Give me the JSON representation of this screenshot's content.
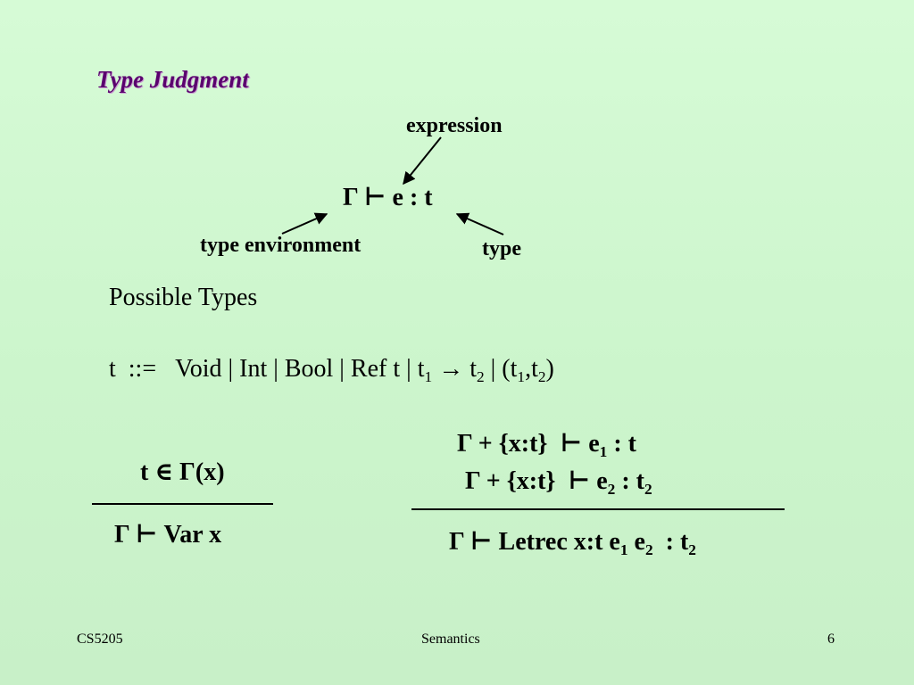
{
  "slide": {
    "title": "Type Judgment",
    "annotations": {
      "expression": "expression",
      "type_environment": "type environment",
      "type": "type"
    },
    "judgment": {
      "gamma": "Γ",
      "turnstile": "⊢",
      "rest": "e : t"
    },
    "possible_types_heading": "Possible Types",
    "grammar": {
      "lhs": "t  ::=",
      "alt1": "Void | Int | Bool | Ref t | t",
      "sub1": "1",
      "arrow": " → t",
      "sub2": "2",
      "alt_pair_open": " | (t",
      "sub3": "1",
      "comma_t": ",t",
      "sub4": "2",
      "close": ")"
    },
    "var_rule": {
      "premise_main": "t ∈ Γ(x)",
      "conclusion_gamma": "Γ",
      "conclusion_turnstile": "⊢",
      "conclusion_rest": "Var x"
    },
    "letrec_rule": {
      "premise1_main": "Γ + {x:t}  ⊢ e",
      "premise1_sub": "1",
      "premise1_tail": " : t",
      "premise2_main": "Γ + {x:t}  ⊢ e",
      "premise2_sub": "2",
      "premise2_tail": " : t",
      "premise2_tail_sub": "2",
      "conclusion_main": "Γ ⊢ Letrec x:t e",
      "conclusion_sub1": "1",
      "conclusion_mid": " e",
      "conclusion_sub2": "2",
      "conclusion_tail": "  : t",
      "conclusion_tail_sub": "2"
    }
  },
  "footer": {
    "course": "CS5205",
    "topic": "Semantics",
    "page": "6"
  }
}
